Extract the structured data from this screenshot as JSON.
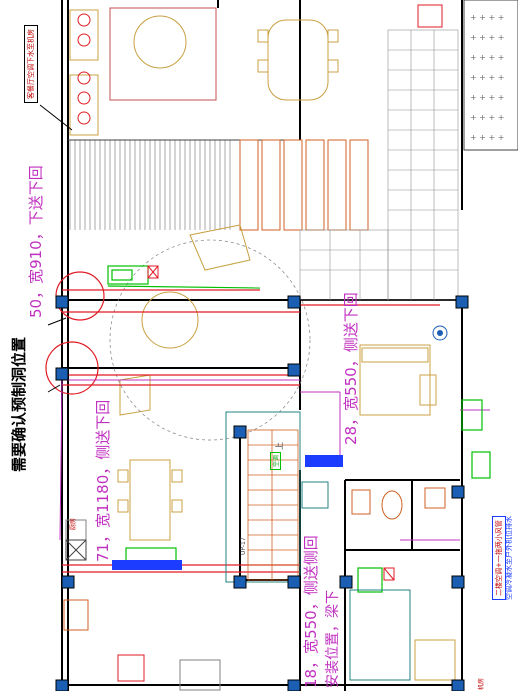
{
  "annotations": {
    "check_opening": "需要确认预制洞位置",
    "duct_top": "50，宽910，下送下回",
    "duct_right": "28，宽550，侧送下回",
    "duct_mid": "71，宽1180，侧送下回",
    "duct_low": "18，宽550，侧送侧回",
    "install_pos": "安装位置，梁下",
    "ceiling_note": "客餐厅空调下水至机房",
    "unit_note": "二楼空调+一拖两小风管",
    "unit_note2": "空调冷凝水至户外机位排水",
    "machine_room": "机房",
    "kitchen": "厨房",
    "stair_label": "UP-17",
    "up_label": "上",
    "ac_label": "空调"
  },
  "colors": {
    "wall": "#000000",
    "pillar": "#1a5fb4",
    "furniture": "#c8a040",
    "duct_red": "#e01b24",
    "purple": "#c030c0",
    "green": "#00c000",
    "blue_unit": "#1c3cff",
    "orange": "#d06020",
    "gray": "#808080",
    "teal": "#208080"
  }
}
